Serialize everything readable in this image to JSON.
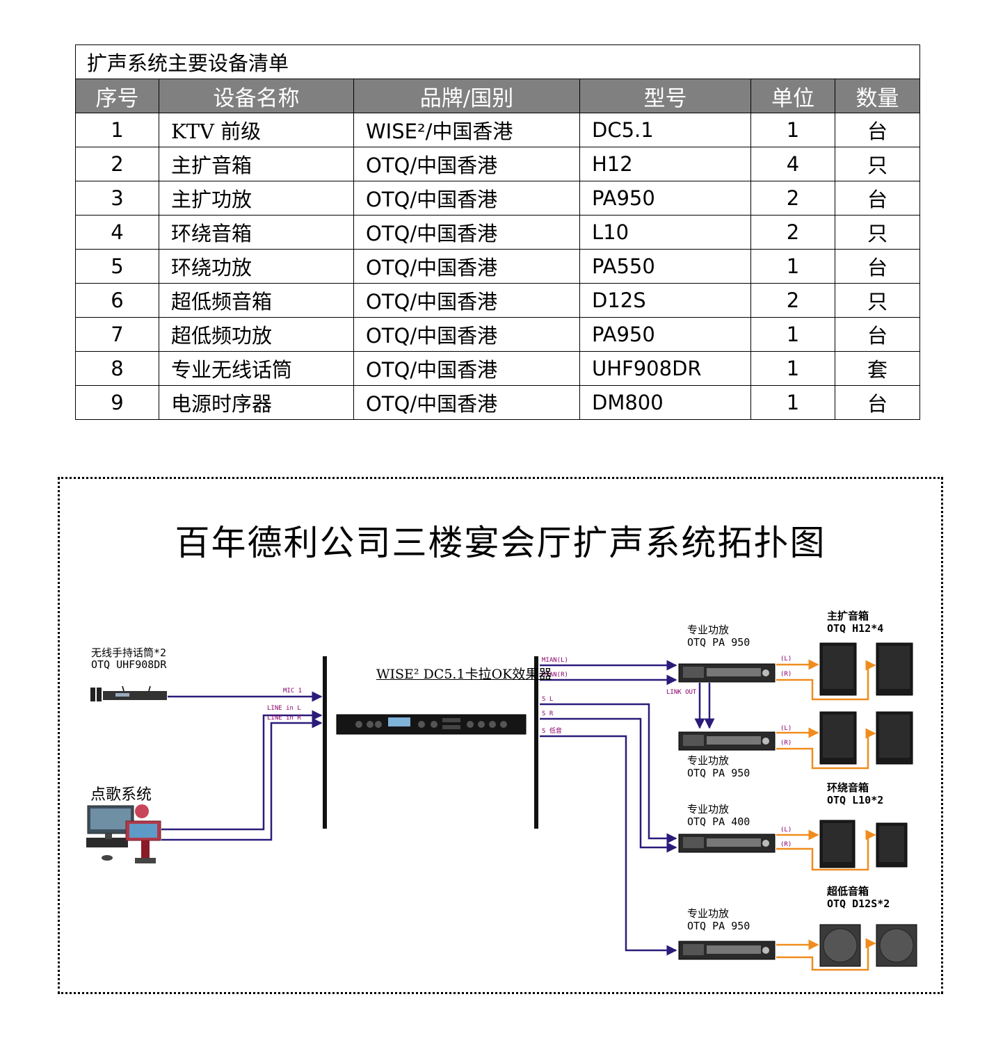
{
  "table": {
    "title": "扩声系统主要设备清单",
    "headers": [
      "序号",
      "设备名称",
      "品牌/国别",
      "型号",
      "单位",
      "数量"
    ],
    "rows": [
      {
        "no": "1",
        "name": "KTV 前级",
        "brand": "WISE²/中国香港",
        "model": "DC5.1",
        "qty": "1",
        "unit": "台"
      },
      {
        "no": "2",
        "name": "主扩音箱",
        "brand": "OTQ/中国香港",
        "model": "H12",
        "qty": "4",
        "unit": "只"
      },
      {
        "no": "3",
        "name": "主扩功放",
        "brand": "OTQ/中国香港",
        "model": "PA950",
        "qty": "2",
        "unit": "台"
      },
      {
        "no": "4",
        "name": "环绕音箱",
        "brand": "OTQ/中国香港",
        "model": "L10",
        "qty": "2",
        "unit": "只"
      },
      {
        "no": "5",
        "name": "环绕功放",
        "brand": "OTQ/中国香港",
        "model": "PA550",
        "qty": "1",
        "unit": "台"
      },
      {
        "no": "6",
        "name": "超低频音箱",
        "brand": "OTQ/中国香港",
        "model": "D12S",
        "qty": "2",
        "unit": "只"
      },
      {
        "no": "7",
        "name": "超低频功放",
        "brand": "OTQ/中国香港",
        "model": "PA950",
        "qty": "1",
        "unit": "台"
      },
      {
        "no": "8",
        "name": "专业无线话筒",
        "brand": "OTQ/中国香港",
        "model": "UHF908DR",
        "qty": "1",
        "unit": "套"
      },
      {
        "no": "9",
        "name": "电源时序器",
        "brand": "OTQ/中国香港",
        "model": "DM800",
        "qty": "1",
        "unit": "台"
      }
    ]
  },
  "diagram": {
    "title": "百年德利公司三楼宴会厅扩声系统拓扑图",
    "mic_label_1": "无线手持话筒*2",
    "mic_label_2": "OTQ UHF908DR",
    "karaoke_label": "点歌系统",
    "processor_caption": "WISE² DC5.1卡拉OK效果器",
    "inputs": [
      "MIC 1",
      "LINE in L",
      "LINE in R"
    ],
    "outputs": [
      "MIAN(L)",
      "MIAN(R)",
      "S L",
      "S R",
      "S 低音"
    ],
    "link_out": "LINK OUT",
    "ch_l": "(L)",
    "ch_r": "(R)",
    "amp1_label_1": "专业功放",
    "amp1_label_2": "OTQ PA 950",
    "amp2_label_1": "专业功放",
    "amp2_label_2": "OTQ PA 950",
    "amp3_label_1": "专业功放",
    "amp3_label_2": "OTQ PA 400",
    "amp4_label_1": "专业功放",
    "amp4_label_2": "OTQ PA 950",
    "spk_main_1": "主扩音箱",
    "spk_main_2": "OTQ H12*4",
    "spk_surround_1": "环绕音箱",
    "spk_surround_2": "OTQ L10*2",
    "spk_sub_1": "超低音箱",
    "spk_sub_2": "OTQ D12S*2",
    "colors": {
      "signal": "#2b1b7a",
      "speaker_wire": "#f08c1e",
      "label": "#8b006b"
    }
  }
}
